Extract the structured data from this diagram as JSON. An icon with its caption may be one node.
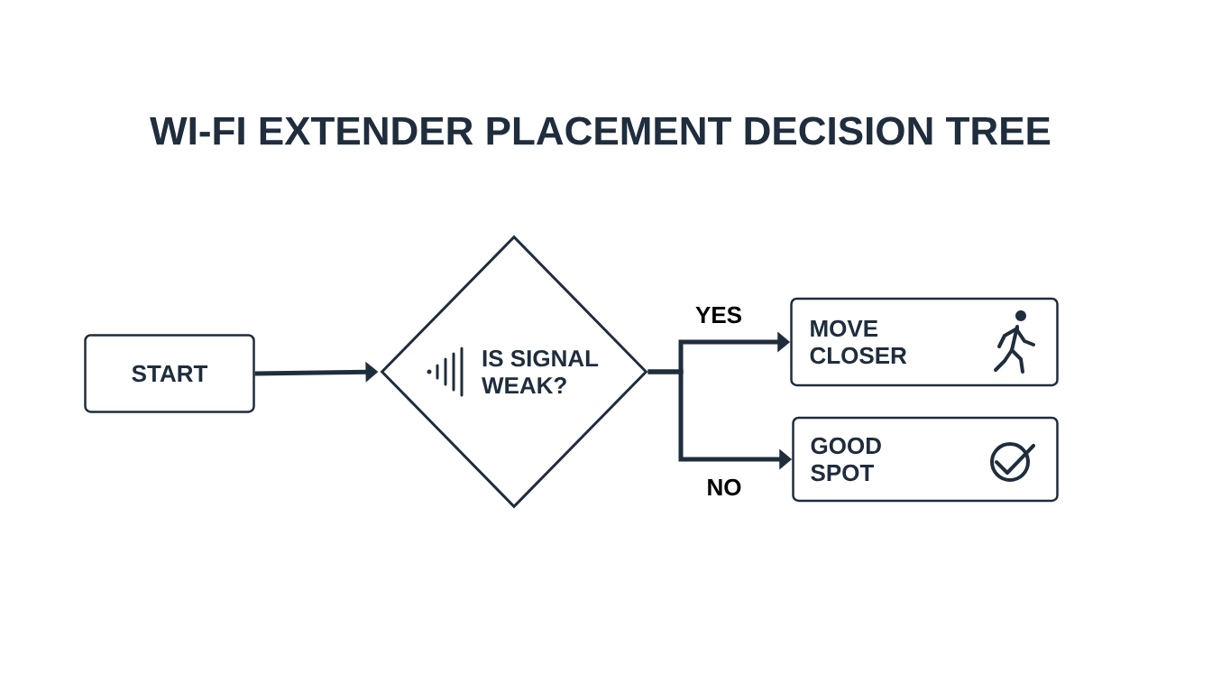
{
  "diagram": {
    "title": "WI-FI EXTENDER PLACEMENT DECISION TREE",
    "nodes": [
      {
        "text": [
          "START"
        ]
      },
      {
        "text": [
          "IS SIGNAL WEAK?"
        ]
      },
      {
        "text": [
          "MOVE CLOSER"
        ]
      },
      {
        "text": [
          "GOOD SPOT"
        ]
      }
    ],
    "edges": [
      {
        "from": 0,
        "to": 1,
        "arrow": "to"
      },
      {
        "from": 1,
        "to": 2,
        "arrow": "to",
        "label": "YES"
      },
      {
        "from": 1,
        "to": 3,
        "arrow": "to",
        "label": "NO"
      }
    ]
  }
}
